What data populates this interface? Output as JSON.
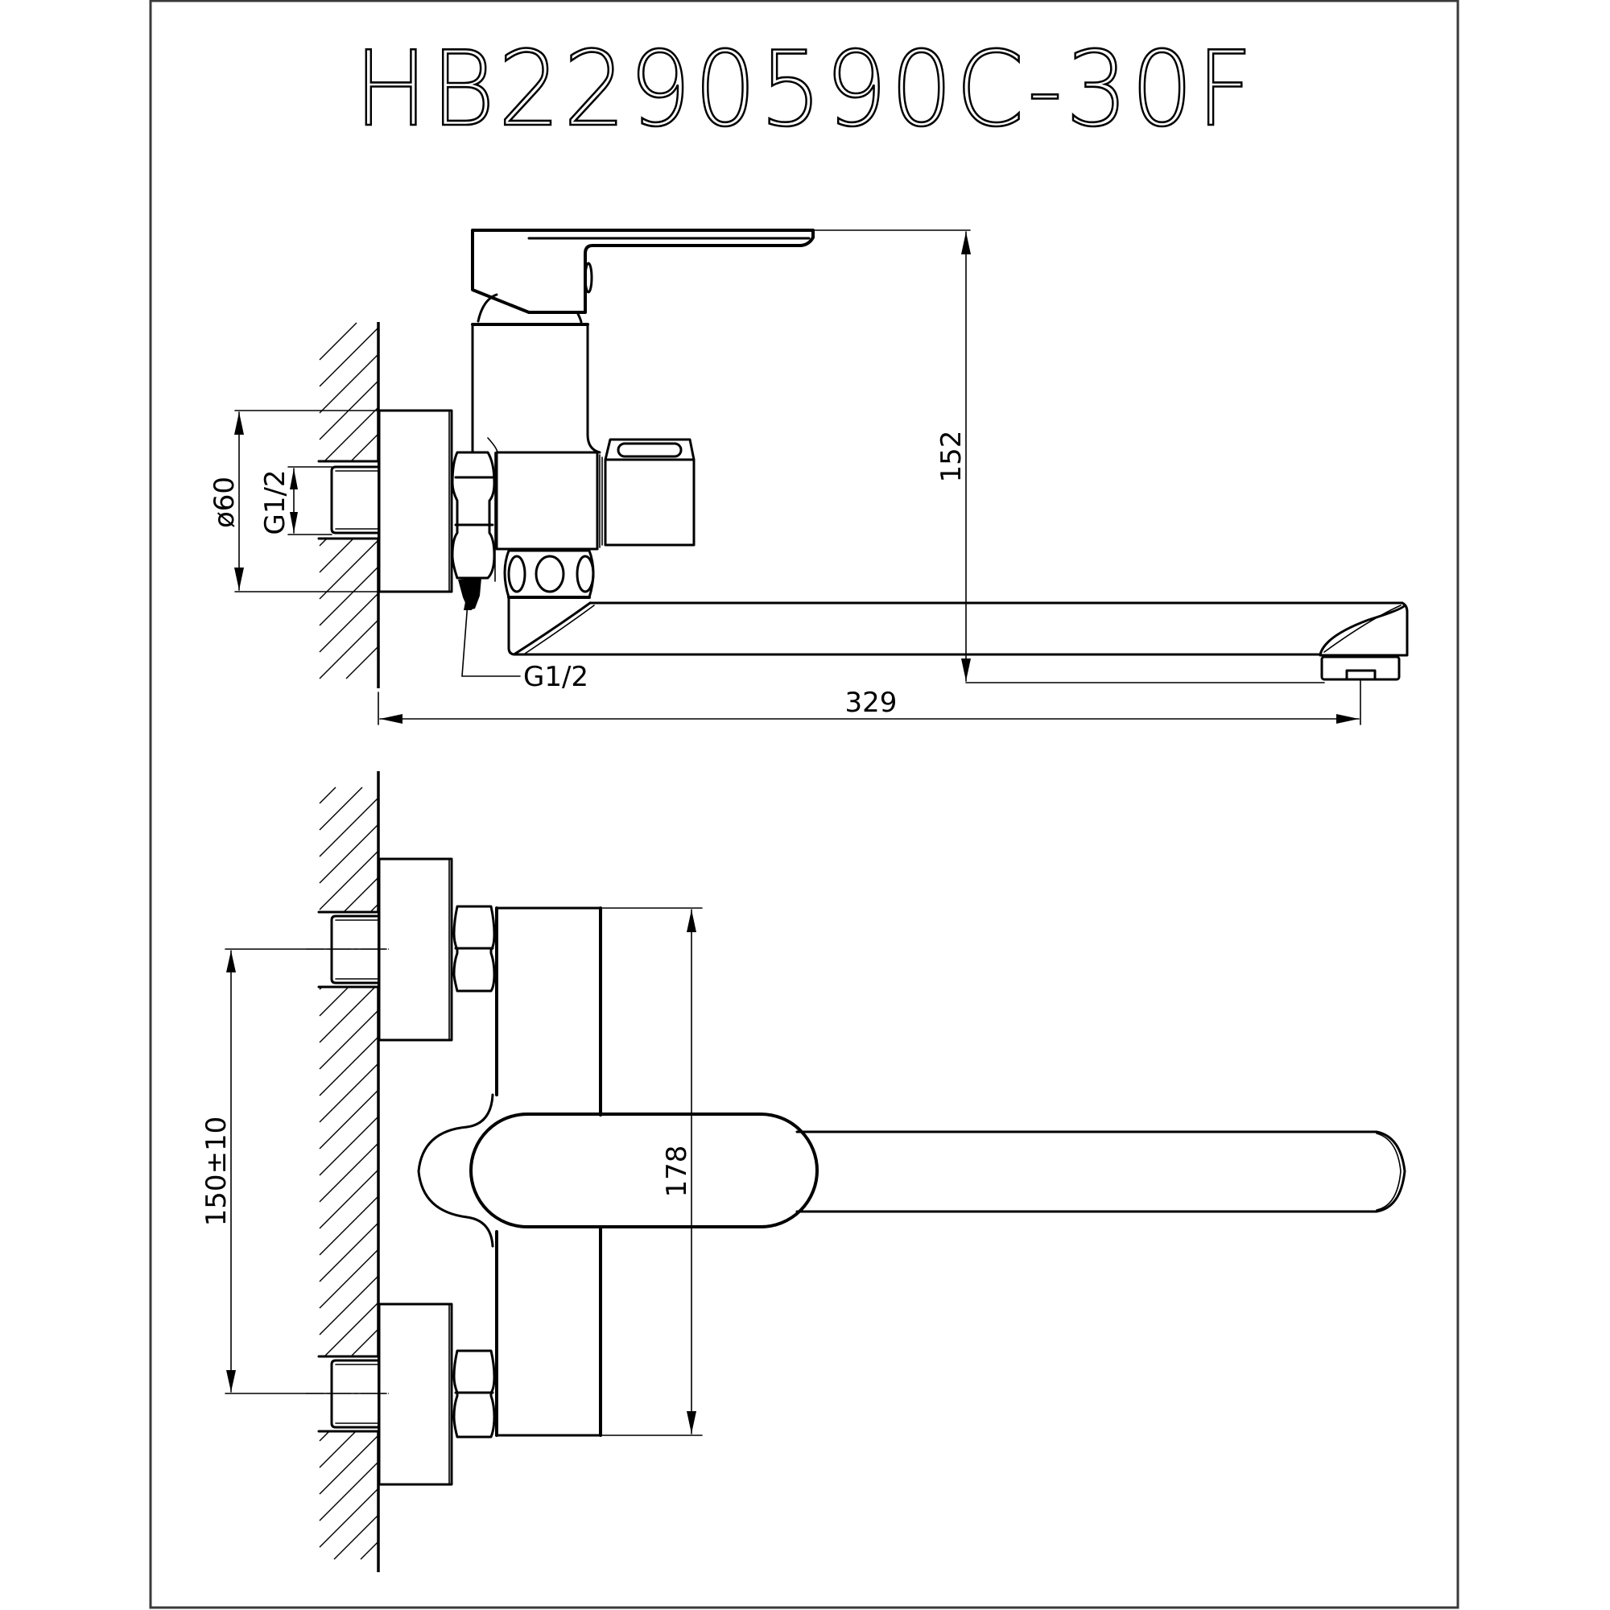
{
  "drawing": {
    "title": "HB2290590C-30F",
    "colors": {
      "line": "#000000",
      "frame": "#3a3a3a",
      "background": "#ffffff"
    },
    "side_view": {
      "dimensions": {
        "flange_diameter": "ø60",
        "inlet_thread": "G1/2",
        "outlet_thread": "G1/2",
        "height": "152",
        "overall_length": "329"
      }
    },
    "front_view": {
      "dimensions": {
        "inlet_spacing": "150±10",
        "body_height": "178"
      }
    }
  }
}
